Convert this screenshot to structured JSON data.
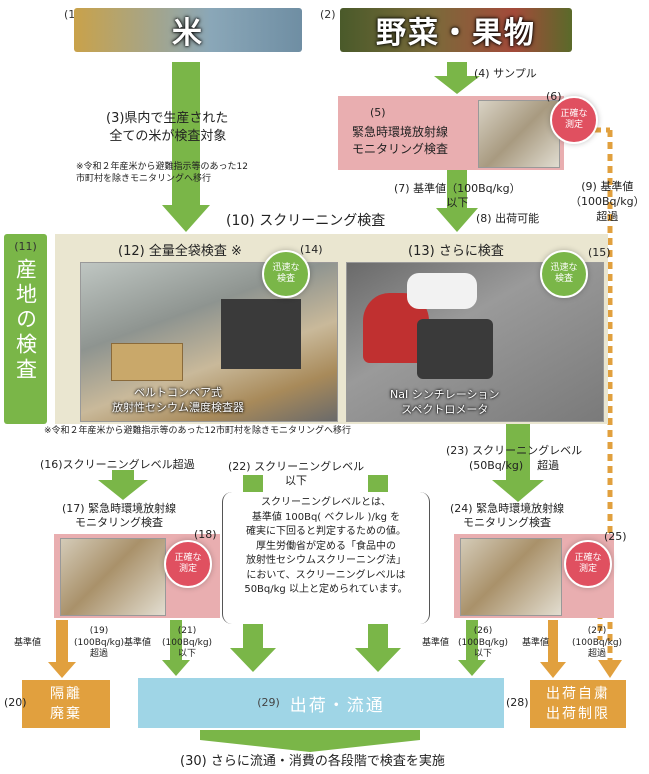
{
  "header_rice": {
    "num": "(1)",
    "label": "米"
  },
  "header_veg": {
    "num": "(2)",
    "label": "野菜・果物"
  },
  "sample": "(4) サンプル",
  "rice_all": {
    "line1": "(3)県内で生産された",
    "line2": "全ての米が検査対象"
  },
  "rice_note": {
    "line1": "※令和２年産米から避難指示等のあった12",
    "line2": "市町村を除きモニタリングへ移行"
  },
  "monitor5": {
    "num": "(5)",
    "line1": "緊急時環境放射線",
    "line2": "モニタリング検査"
  },
  "accurate6": {
    "num": "(6)",
    "text": "正確な測定"
  },
  "step7": {
    "line1": "(7) 基準値（100Bq/kg）",
    "line2": "以下"
  },
  "step8": "(8) 出荷可能",
  "step9": {
    "line1": "(9) 基準値",
    "line2": "（100Bq/kg）",
    "line3": "超過"
  },
  "screening10": "(10) スクリーニング検査",
  "local11": {
    "num": "(11)",
    "text": "産地の検査"
  },
  "full12": "(12) 全量全袋検査 ※",
  "further13": "(13) さらに検査",
  "fast14": {
    "num": "(14)",
    "text": "迅速な検査"
  },
  "fast15": {
    "num": "(15)",
    "text": "迅速な検査"
  },
  "belt": {
    "line1": "ベルトコンベア式",
    "line2": "放射性セシウム濃度検査器"
  },
  "nai": {
    "line1": "NaI シンチレーション",
    "line2": "スペクトロメータ"
  },
  "note_mid": "※令和２年産米から避難指示等のあった12市町村を除きモニタリングへ移行",
  "step16": "(16)スクリーニングレベル超過",
  "step22": {
    "line1": "(22) スクリーニングレベル",
    "line2": "以下"
  },
  "step23": {
    "line1": "(23) スクリーニングレベル",
    "line2": "(50Bq/kg)",
    "line3": "超過"
  },
  "monitor17": {
    "line1": "(17) 緊急時環境放射線",
    "line2": "モニタリング検査"
  },
  "monitor24": {
    "line1": "(24) 緊急時環境放射線",
    "line2": "モニタリング検査"
  },
  "accurate18": {
    "num": "(18)",
    "text": "正確な測定"
  },
  "accurate25": {
    "num": "(25)",
    "text": "正確な測定"
  },
  "explain": [
    "スクリーニングレベルとは、",
    "基準値 100Bq( ベクレル )/kg を",
    "確実に下回ると判定するための値。",
    "厚生労働省が定める「食品中の",
    "放射性セシウムスクリーニング法」",
    "において、スクリーニングレベルは",
    "50Bq/kg 以上と定められています。"
  ],
  "kijun": "基準値",
  "step19": {
    "num": "(19)",
    "line1": "(100Bq/kg)",
    "line2": "超過"
  },
  "step21": {
    "num": "(21)",
    "line1": "(100Bq/kg)",
    "line2": "以下"
  },
  "step26": {
    "num": "(26)",
    "line1": "(100Bq/kg)",
    "line2": "以下"
  },
  "step27": {
    "num": "(27)",
    "line1": "(100Bq/kg)",
    "line2": "超過"
  },
  "dispose20": {
    "num": "(20)",
    "line1": "隔離",
    "line2": "廃棄"
  },
  "ship29": {
    "num": "(29)",
    "text": "出荷・流通"
  },
  "restrict28": {
    "num": "(28)",
    "line1": "出荷自粛",
    "line2": "出荷制限"
  },
  "final30": "(30) さらに流通・消費の各段階で検査を実施",
  "colors": {
    "green": "#7ab648",
    "teal": "#9fd5e6",
    "orange": "#e1a03e",
    "pink": "#e9aeb0",
    "beige": "#eae6d0"
  }
}
